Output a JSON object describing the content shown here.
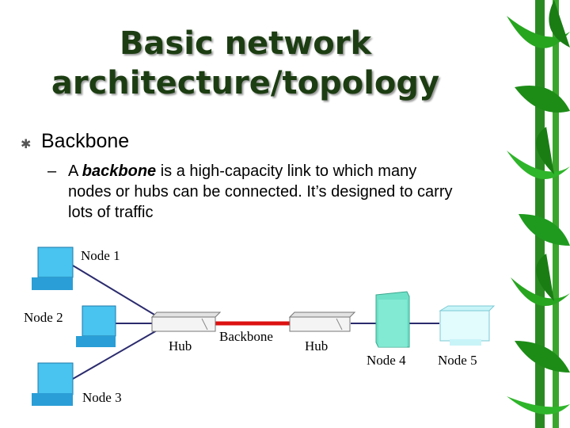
{
  "slide": {
    "title_line1": "Basic network",
    "title_line2": "architecture/topology",
    "bullet": "Backbone",
    "sub": {
      "dash": "–",
      "lead": "A ",
      "term": "backbone",
      "rest": " is a high-capacity link to which many nodes or hubs can be connected. It’s designed to carry lots of traffic"
    }
  },
  "diagram": {
    "nodes": {
      "node1": "Node 1",
      "node2": "Node 2",
      "node3": "Node 3",
      "node4": "Node 4",
      "node5": "Node 5"
    },
    "hub_left": "Hub",
    "hub_right": "Hub",
    "backbone": "Backbone"
  },
  "colors": {
    "title": "#1c3d12",
    "computer": "#49c3f0",
    "backbone_link": "#dd1111",
    "link": "#2b2b6e",
    "bamboo": "#1f9a1f"
  }
}
